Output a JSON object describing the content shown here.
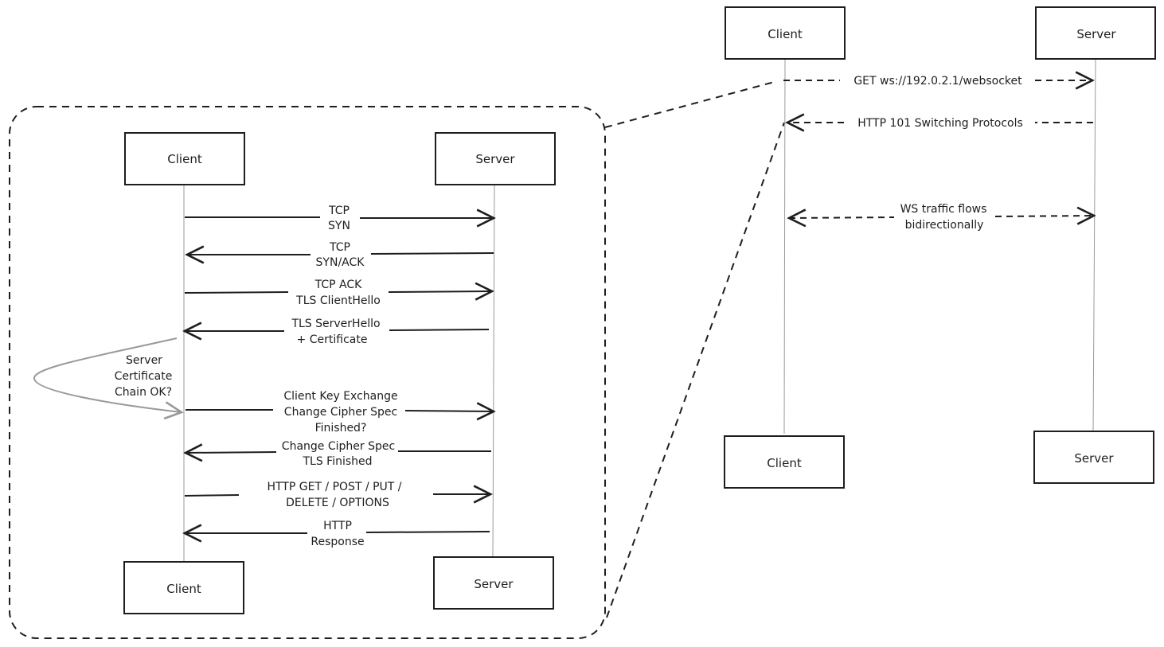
{
  "left_diagram": {
    "client_top": "Client",
    "server_top": "Server",
    "client_bottom": "Client",
    "server_bottom": "Server",
    "messages": [
      {
        "line1": "TCP",
        "line2": "SYN",
        "direction": "right"
      },
      {
        "line1": "TCP",
        "line2": "SYN/ACK",
        "direction": "left"
      },
      {
        "line1": "TCP ACK",
        "line2": "TLS ClientHello",
        "direction": "right"
      },
      {
        "line1": "TLS ServerHello",
        "line2": "+ Certificate",
        "direction": "left"
      },
      {
        "line1": "Client Key Exchange",
        "line2": "Change Cipher Spec",
        "line3": "Finished?",
        "direction": "right"
      },
      {
        "line1": "Change Cipher Spec",
        "line2": "TLS Finished",
        "direction": "left"
      },
      {
        "line1": "HTTP GET / POST / PUT /",
        "line2": "DELETE / OPTIONS",
        "direction": "right"
      },
      {
        "line1": "HTTP",
        "line2": "Response",
        "direction": "left"
      }
    ],
    "self_check": {
      "line1": "Server",
      "line2": "Certificate",
      "line3": "Chain OK?"
    }
  },
  "right_diagram": {
    "client_top": "Client",
    "server_top": "Server",
    "client_bottom": "Client",
    "server_bottom": "Server",
    "messages": [
      {
        "line1": "GET ws://192.0.2.1/websocket",
        "direction": "right",
        "style": "dashed"
      },
      {
        "line1": "HTTP 101 Switching Protocols",
        "direction": "left",
        "style": "dashed"
      },
      {
        "line1": "WS traffic flows",
        "line2": "bidirectionally",
        "direction": "both",
        "style": "dashed"
      }
    ]
  },
  "colors": {
    "stroke": "#1e1e1e",
    "lifeline": "#9a9a9a",
    "self_arrow": "#999999",
    "background": "#ffffff"
  }
}
